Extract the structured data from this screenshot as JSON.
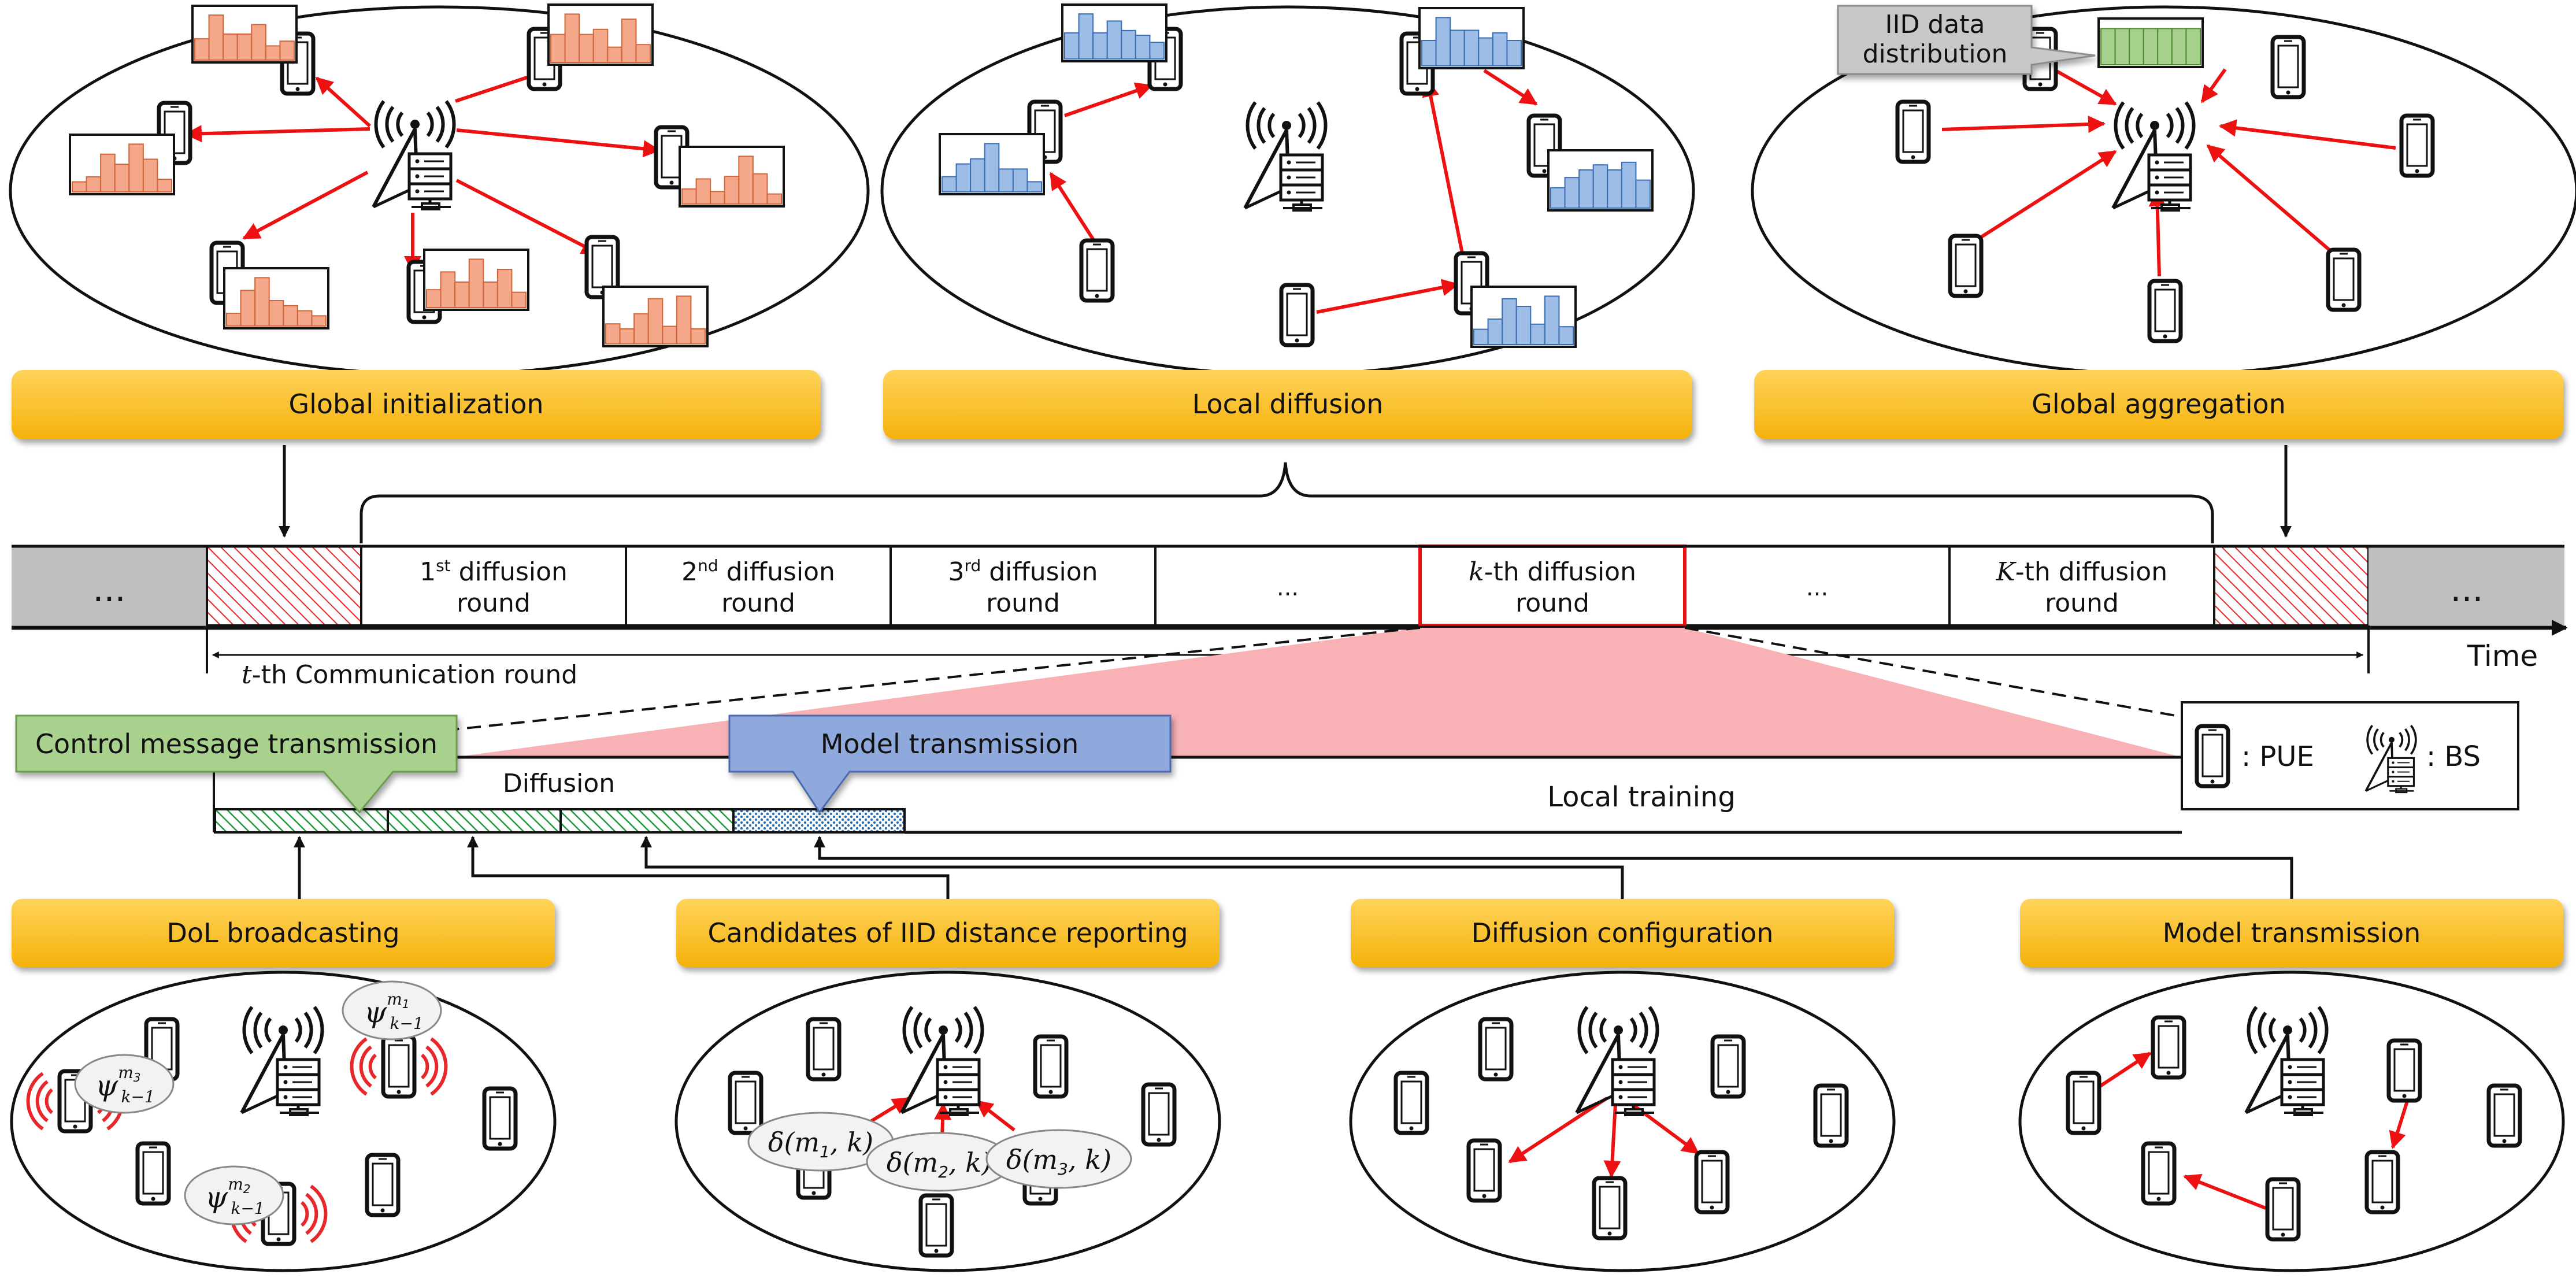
{
  "phases": {
    "global_init": "Global initialization",
    "local_diffusion": "Local diffusion",
    "global_aggregation": "Global aggregation"
  },
  "callouts": {
    "iid_line1": "IID data",
    "iid_line2": "distribution",
    "control_msg": "Control message transmission",
    "model_tx": "Model transmission"
  },
  "timeline": {
    "ellipsis_left": "...",
    "ellipsis_right": "...",
    "round_word": "round",
    "diffusion_suffix": " diffusion",
    "r1_num": "1",
    "r1_sup": "st",
    "r2_num": "2",
    "r2_sup": "nd",
    "r3_num": "3",
    "r3_sup": "rd",
    "r_dots_a": "...",
    "rk_var": "k",
    "rk_suffix": "-th diffusion",
    "r_dots_b": "...",
    "rK_var": "K",
    "rK_suffix": "-th diffusion",
    "time": "Time",
    "comm_var": "t",
    "comm_suffix": "-th Communication round"
  },
  "detail": {
    "diffusion": "Diffusion",
    "local_training": "Local training"
  },
  "legend": {
    "pue": ": PUE",
    "bs": ": BS"
  },
  "steps": {
    "dol": "DoL broadcasting",
    "candidates": "Candidates of IID distance reporting",
    "config": "Diffusion configuration",
    "model_tx": "Model transmission"
  },
  "math": {
    "psi": "ψ",
    "m1": "m",
    "s1": "1",
    "m2": "m",
    "s2": "2",
    "m3": "m",
    "s3": "3",
    "km1": "k−1",
    "d1": "δ(m",
    "d1b": "1",
    "d1c": ", k)",
    "d2": "δ(m",
    "d2b": "2",
    "d2c": ", k)",
    "d3": "δ(m",
    "d3b": "3",
    "d3c": ", k)"
  },
  "colors": {
    "phase_bar": "#fbbd17",
    "orange_hist": "#f4a889",
    "blue_hist": "#9dbde6",
    "green_hist": "#a9d18e",
    "arrow_red": "#ee1111",
    "callout_green": "#a9d18e",
    "callout_blue": "#8fa9dc",
    "callout_gray": "#c8c8c8",
    "trapezoid_pink": "#f8b1b5"
  }
}
